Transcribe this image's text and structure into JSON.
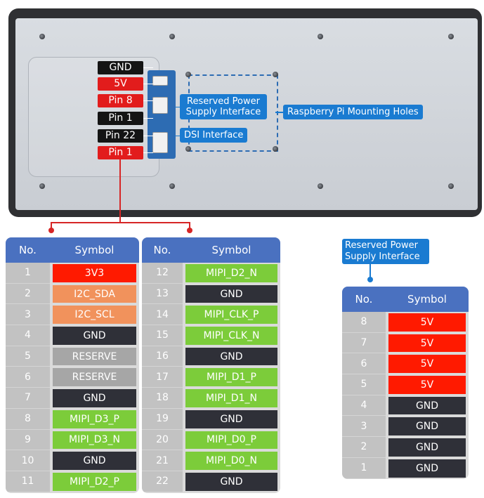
{
  "device": {
    "pin_labels": [
      {
        "text": "GND",
        "color": "#141414"
      },
      {
        "text": "5V",
        "color": "#e21c1c"
      },
      {
        "text": "Pin 8",
        "color": "#e21c1c"
      },
      {
        "text": "Pin 1",
        "color": "#141414"
      },
      {
        "text": "Pin 22",
        "color": "#141414"
      },
      {
        "text": "Pin 1",
        "color": "#e21c1c"
      }
    ],
    "callouts": {
      "reserved_power": "Reserved Power Supply Interface",
      "dsi": "DSI Interface",
      "mounting": "Raspberry Pi Mounting Holes"
    }
  },
  "dsi_table_left": {
    "headers": {
      "no": "No.",
      "symbol": "Symbol"
    },
    "rows": [
      {
        "no": "1",
        "symbol": "3V3",
        "color": "red"
      },
      {
        "no": "2",
        "symbol": "I2C_SDA",
        "color": "orange"
      },
      {
        "no": "3",
        "symbol": "I2C_SCL",
        "color": "orange"
      },
      {
        "no": "4",
        "symbol": "GND",
        "color": "black"
      },
      {
        "no": "5",
        "symbol": "RESERVE",
        "color": "gray"
      },
      {
        "no": "6",
        "symbol": "RESERVE",
        "color": "gray"
      },
      {
        "no": "7",
        "symbol": "GND",
        "color": "black"
      },
      {
        "no": "8",
        "symbol": "MIPI_D3_P",
        "color": "green"
      },
      {
        "no": "9",
        "symbol": "MIPI_D3_N",
        "color": "green"
      },
      {
        "no": "10",
        "symbol": "GND",
        "color": "black"
      },
      {
        "no": "11",
        "symbol": "MIPI_D2_P",
        "color": "green"
      }
    ]
  },
  "dsi_table_right": {
    "headers": {
      "no": "No.",
      "symbol": "Symbol"
    },
    "rows": [
      {
        "no": "12",
        "symbol": "MIPI_D2_N",
        "color": "green"
      },
      {
        "no": "13",
        "symbol": "GND",
        "color": "black"
      },
      {
        "no": "14",
        "symbol": "MIPI_CLK_P",
        "color": "green"
      },
      {
        "no": "15",
        "symbol": "MIPI_CLK_N",
        "color": "green"
      },
      {
        "no": "16",
        "symbol": "GND",
        "color": "black"
      },
      {
        "no": "17",
        "symbol": "MIPI_D1_P",
        "color": "green"
      },
      {
        "no": "18",
        "symbol": "MIPI_D1_N",
        "color": "green"
      },
      {
        "no": "19",
        "symbol": "GND",
        "color": "black"
      },
      {
        "no": "20",
        "symbol": "MIPI_D0_P",
        "color": "green"
      },
      {
        "no": "21",
        "symbol": "MIPI_D0_N",
        "color": "green"
      },
      {
        "no": "22",
        "symbol": "GND",
        "color": "black"
      }
    ]
  },
  "power_table": {
    "title": "Reserved Power Supply Interface",
    "headers": {
      "no": "No.",
      "symbol": "Symbol"
    },
    "rows": [
      {
        "no": "8",
        "symbol": "5V",
        "color": "red"
      },
      {
        "no": "7",
        "symbol": "5V",
        "color": "red"
      },
      {
        "no": "6",
        "symbol": "5V",
        "color": "red"
      },
      {
        "no": "5",
        "symbol": "5V",
        "color": "red"
      },
      {
        "no": "4",
        "symbol": "GND",
        "color": "black"
      },
      {
        "no": "3",
        "symbol": "GND",
        "color": "black"
      },
      {
        "no": "2",
        "symbol": "GND",
        "color": "black"
      },
      {
        "no": "1",
        "symbol": "GND",
        "color": "black"
      }
    ]
  }
}
